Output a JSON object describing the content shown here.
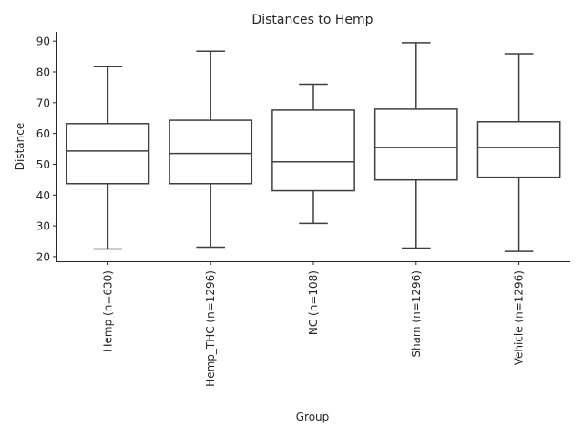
{
  "chart_data": {
    "type": "box",
    "title": "Distances to Hemp",
    "xlabel": "Group",
    "ylabel": "Distance",
    "ylim": [
      18.5,
      93.0
    ],
    "yticks": [
      20,
      30,
      40,
      50,
      60,
      70,
      80,
      90
    ],
    "grid": false,
    "categories": [
      "Hemp (n=630)",
      "Hemp_THC (n=1296)",
      "NC (n=108)",
      "Sham (n=1296)",
      "Vehicle (n=1296)"
    ],
    "boxes": [
      {
        "whisker_low": 22.5,
        "q1": 43.7,
        "median": 54.3,
        "q3": 63.2,
        "whisker_high": 81.7
      },
      {
        "whisker_low": 23.1,
        "q1": 43.7,
        "median": 53.5,
        "q3": 64.3,
        "whisker_high": 86.7
      },
      {
        "whisker_low": 30.8,
        "q1": 41.4,
        "median": 50.8,
        "q3": 67.6,
        "whisker_high": 76.0
      },
      {
        "whisker_low": 22.8,
        "q1": 44.9,
        "median": 55.4,
        "q3": 67.9,
        "whisker_high": 89.5
      },
      {
        "whisker_low": 21.7,
        "q1": 45.8,
        "median": 55.4,
        "q3": 63.8,
        "whisker_high": 85.9
      }
    ]
  }
}
